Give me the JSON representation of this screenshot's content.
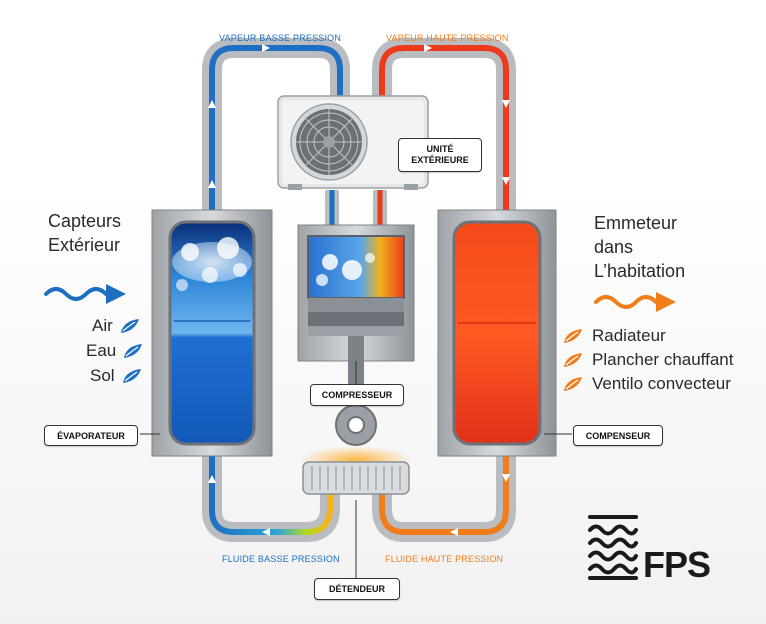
{
  "colors": {
    "cold": "#1e6fc1",
    "hot": "#ee3a1c",
    "orange": "#f07d1a",
    "frame": "#b9bdc2",
    "brand": "#1a1a1a"
  },
  "pipes": {
    "vapeur_basse": "VAPEUR BASSE PRESSION",
    "vapeur_haute": "VAPEUR HAUTE PRESSION",
    "fluide_basse": "FLUIDE BASSE PRESSION",
    "fluide_haute": "FLUIDE HAUTE PRESSION"
  },
  "left": {
    "title_line1": "Capteurs",
    "title_line2": "Extérieur",
    "items": [
      {
        "label": "Air",
        "icon": "leaf-icon"
      },
      {
        "label": "Eau",
        "icon": "leaf-icon"
      },
      {
        "label": "Sol",
        "icon": "leaf-icon"
      }
    ]
  },
  "right": {
    "title_line1": "Emmeteur",
    "title_line2": "dans",
    "title_line3": "L’habitation",
    "items": [
      {
        "label": "Radiateur",
        "icon": "leaf-icon"
      },
      {
        "label": "Plancher chauffant",
        "icon": "leaf-icon"
      },
      {
        "label": "Ventilo convecteur",
        "icon": "leaf-icon"
      }
    ]
  },
  "components": {
    "unite_line1": "UNITÉ",
    "unite_line2": "EXTÉRIEURE",
    "compresseur": "COMPRESSEUR",
    "evaporateur": "ÉVAPORATEUR",
    "compenseur": "COMPENSEUR",
    "detendeur": "DÉTENDEUR"
  },
  "brand": {
    "name": "FPS"
  }
}
